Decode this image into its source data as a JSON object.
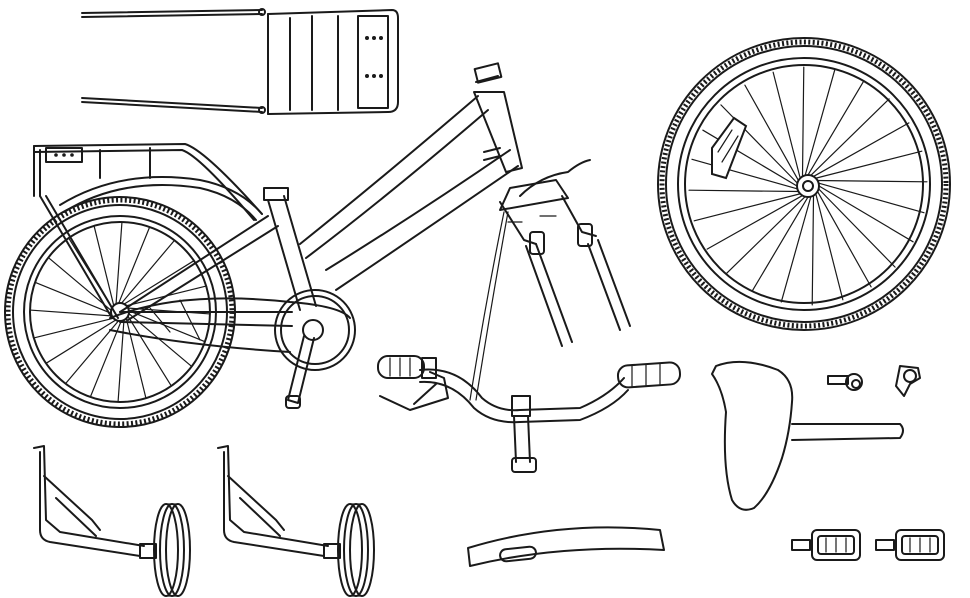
{
  "figure": {
    "ink_color": "#1a1a1a",
    "paper_color": "#ffffff",
    "parts": [
      "rear-rack",
      "bicycle-frame-assembly",
      "front-wheel",
      "fork-and-brake",
      "handlebar",
      "saddle",
      "training-wheel-left",
      "training-wheel-right",
      "front-fender",
      "pedals",
      "reflector-clamps"
    ]
  }
}
